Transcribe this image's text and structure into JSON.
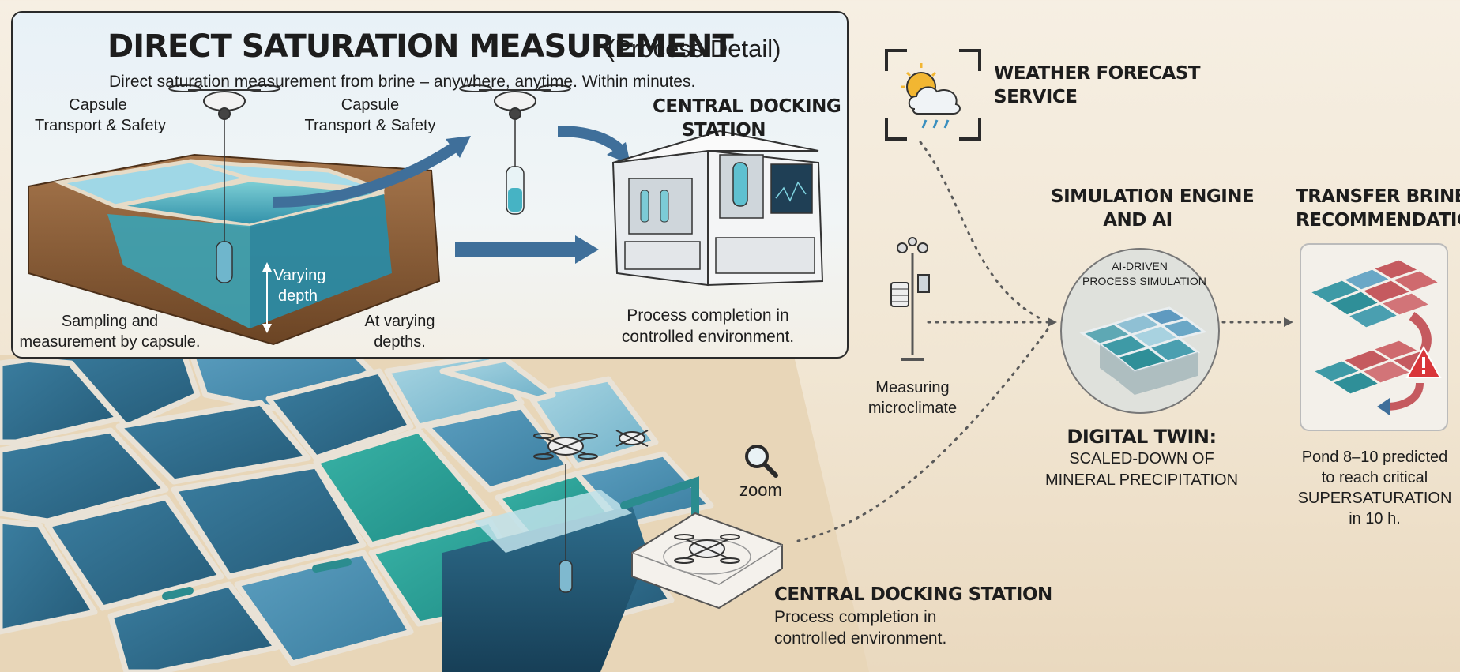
{
  "panel": {
    "title": "DIRECT SATURATION MEASUREMENT",
    "title_suffix": "(Process Detail)",
    "subtitle": "Direct saturation measurement from brine – anywhere, anytime. Within minutes.",
    "capsule_label_1a": "Capsule",
    "capsule_label_1b": "Transport & Safety",
    "capsule_label_2a": "Capsule",
    "capsule_label_2b": "Transport & Safety",
    "docking_title_1": "CENTRAL DOCKING",
    "docking_title_2": "STATION",
    "varying_1": "Varying",
    "varying_2": "depth",
    "sampling_1": "Sampling and",
    "sampling_2": "measurement by capsule.",
    "at_depths_1": "At varying",
    "at_depths_2": "depths.",
    "completion_1": "Process completion in",
    "completion_2": "controlled environment."
  },
  "weather": {
    "title_1": "WEATHER FORECAST",
    "title_2": "SERVICE"
  },
  "microclimate": {
    "label_1": "Measuring",
    "label_2": "microclimate"
  },
  "simulation": {
    "title_1": "SIMULATION ENGINE",
    "title_2": "AND AI",
    "inner_1": "AI-DRIVEN",
    "inner_2": "PROCESS SIMULATION",
    "twin_title": "DIGITAL TWIN:",
    "twin_1": "SCALED-DOWN OF",
    "twin_2": "MINERAL PRECIPITATION"
  },
  "transfer": {
    "title_1": "TRANSFER BRINE",
    "title_2": "RECOMMENDATION",
    "pred_1": "Pond 8–10 predicted",
    "pred_2": "to reach critical",
    "pred_3": "SUPERSATURATION",
    "pred_4": "in 10 h."
  },
  "zoom": {
    "label": "zoom"
  },
  "docking_bottom": {
    "title": "CENTRAL DOCKING STATION",
    "line_1": "Process completion in",
    "line_2": "controlled environment."
  },
  "colors": {
    "pond_deep": "#2f6f8f",
    "pond_teal": "#2aa39a",
    "pond_light": "#8fc6d8",
    "sand": "#ead9bf",
    "arrow_blue": "#3f6f9a",
    "alert_red": "#d9363a",
    "tile_red": "#c55a5f"
  }
}
